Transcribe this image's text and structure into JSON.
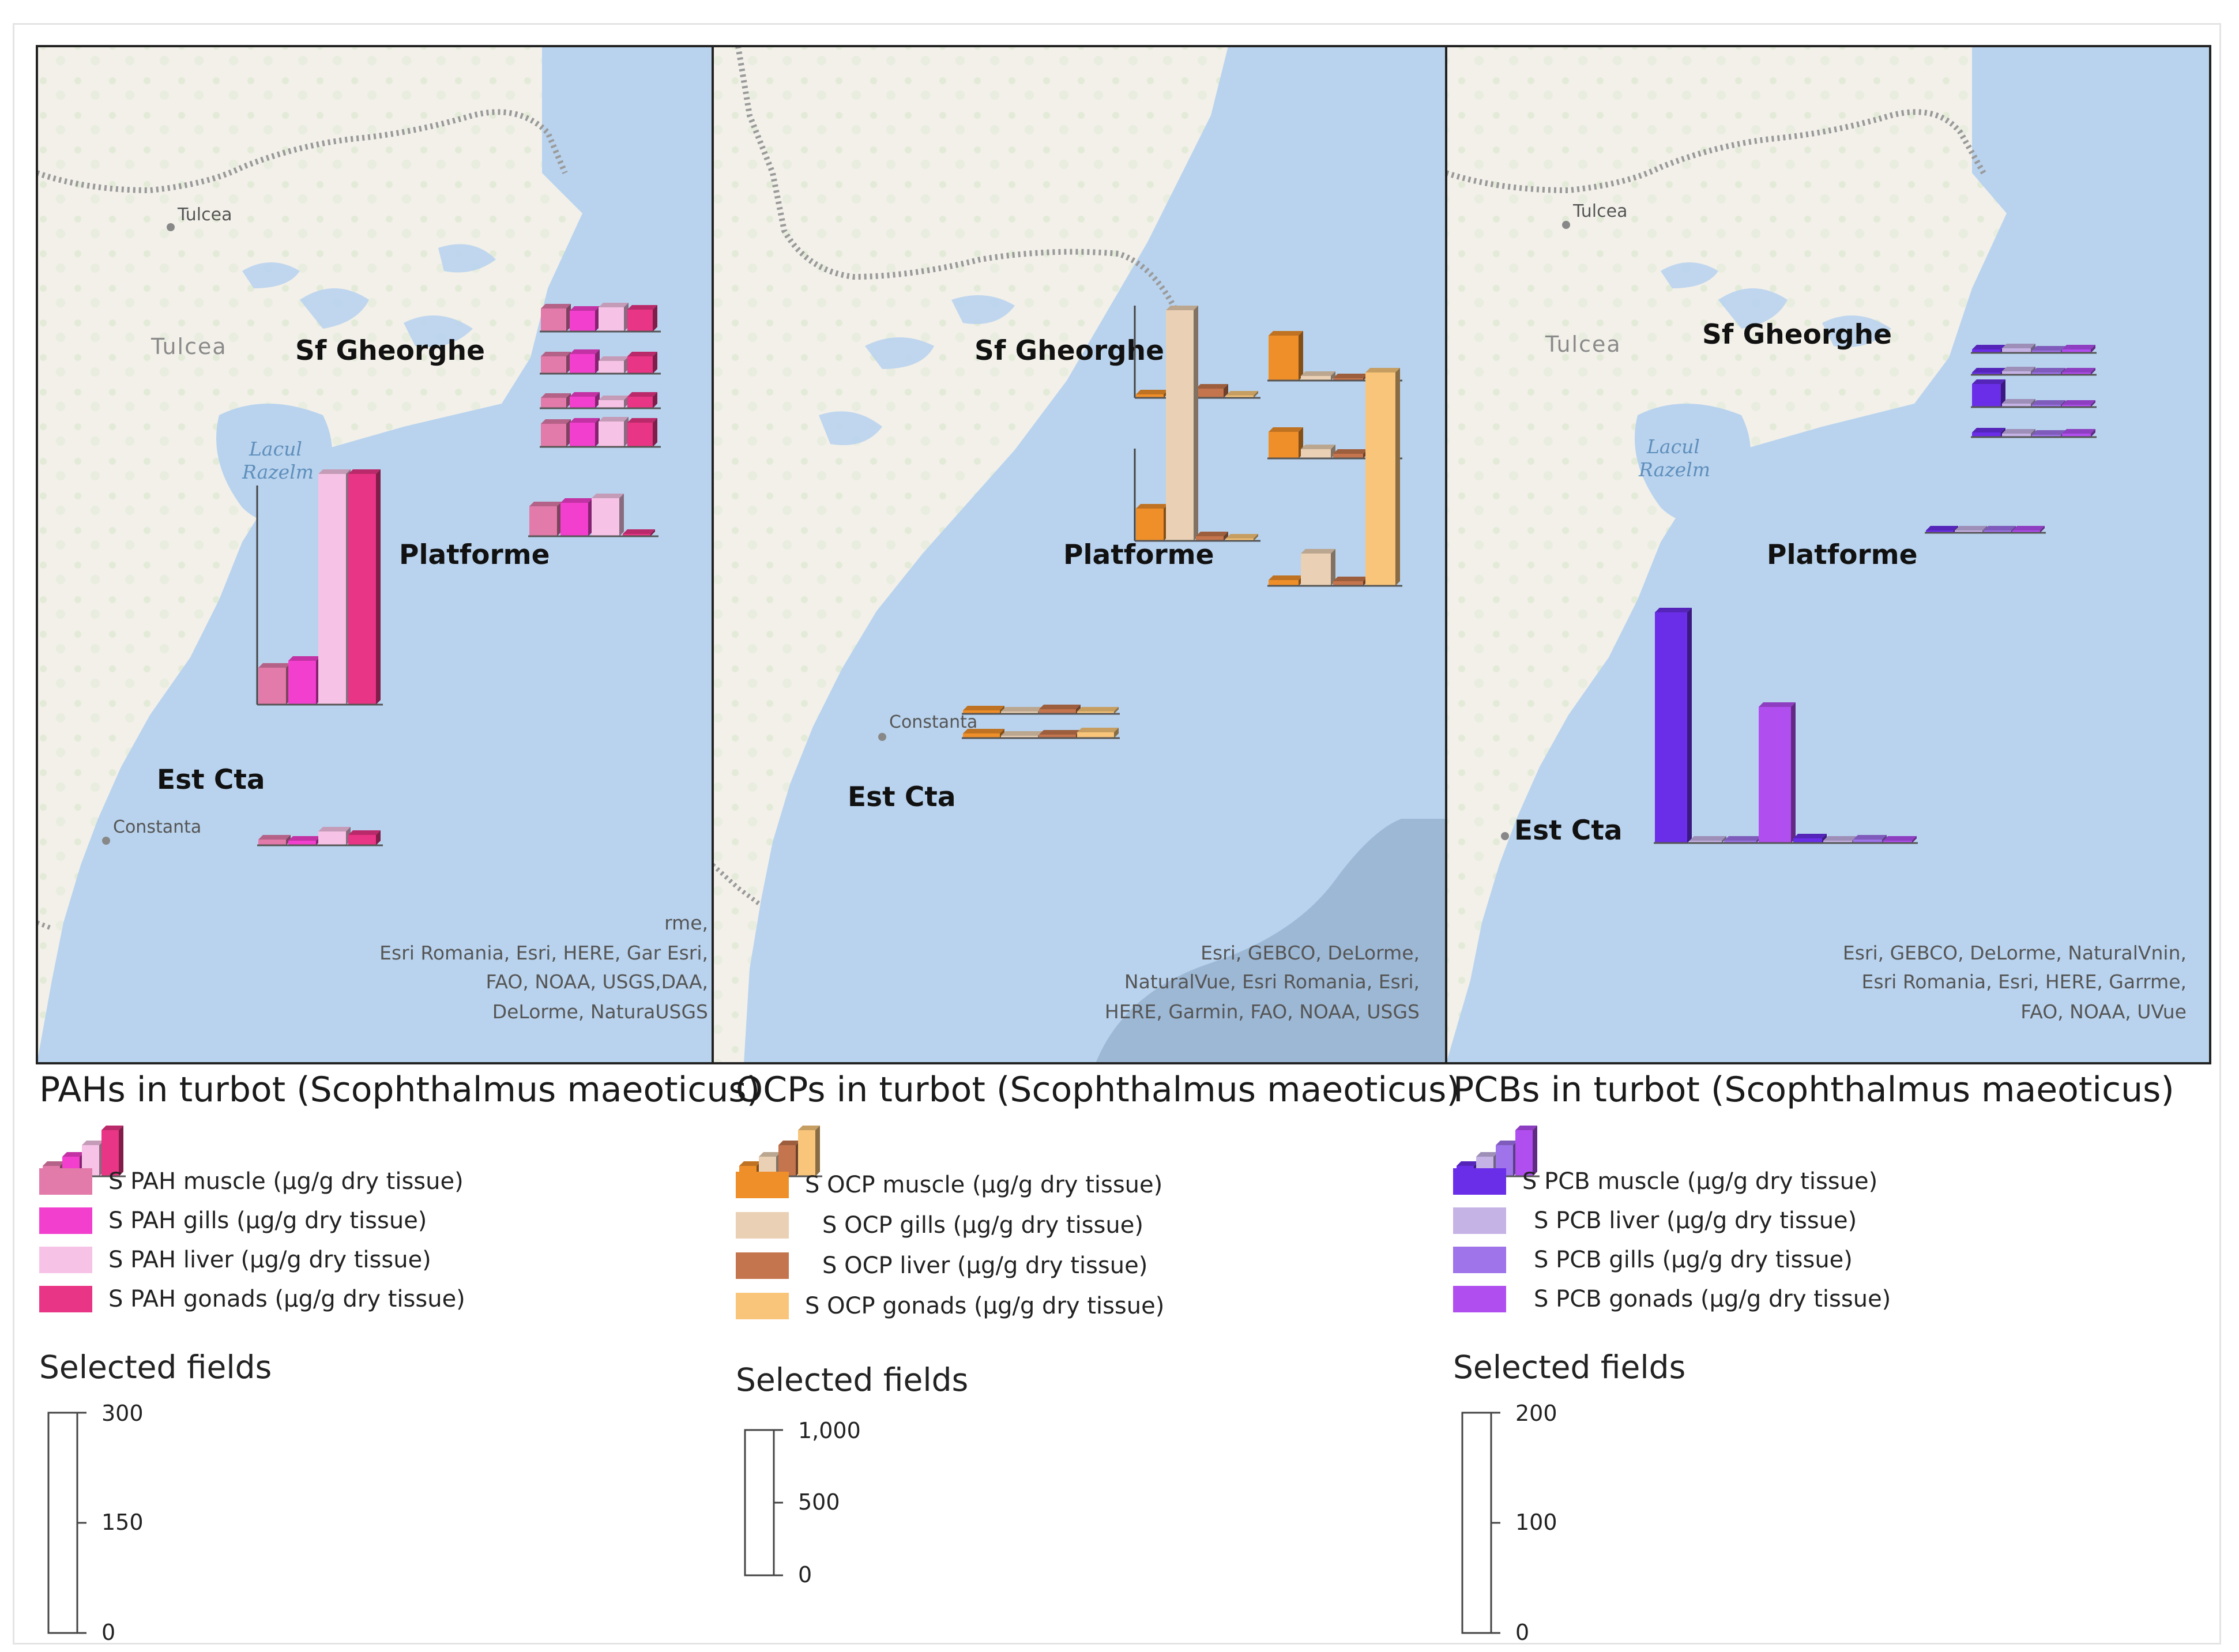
{
  "panels": [
    {
      "id": "pah",
      "sites": [
        "Sf Gheorghe",
        "Platforme",
        "Est Cta"
      ],
      "cities": [
        "Tulcea",
        "Tulcea",
        "Constanta"
      ],
      "lake": [
        "Lacul",
        "Razelm"
      ],
      "attribution": [
        "rme,",
        "Esri Romania, Esri, HERE, Gar Esri,",
        "FAO, NOAA, USGS,DAA,",
        "DeLorme, NaturaUSGS"
      ],
      "legend_title": "PAHs in turbot (Scophthalmus maeoticus)",
      "legend_items": [
        {
          "label": "S PAH muscle (µg/g dry tissue)",
          "color": "#e27aaa"
        },
        {
          "label": "S PAH gills (µg/g dry tissue)",
          "color": "#f23fcd"
        },
        {
          "label": "S PAH liver (µg/g dry tissue)",
          "color": "#f6c3e6"
        },
        {
          "label": "S PAH gonads (µg/g dry tissue)",
          "color": "#e93585"
        }
      ],
      "selected_fields_title": "Selected fields",
      "scale_ticks": [
        "300",
        "150",
        "0"
      ]
    },
    {
      "id": "ocp",
      "sites": [
        "Sf Gheorghe",
        "Platforme",
        "Est Cta"
      ],
      "cities": [
        "Constanta"
      ],
      "attribution": [
        "Esri, GEBCO, DeLorme,",
        "NaturalVue, Esri Romania, Esri,",
        "HERE, Garmin, FAO, NOAA, USGS"
      ],
      "legend_title": "OCPs in turbot (Scophthalmus maeoticus)",
      "legend_items": [
        {
          "label": "S OCP muscle (µg/g dry tissue)",
          "color": "#ef8f2a"
        },
        {
          "label": "S OCP gills (µg/g dry tissue)",
          "color": "#ead0b4"
        },
        {
          "label": "S OCP liver (µg/g dry tissue)",
          "color": "#c4754d"
        },
        {
          "label": "S OCP gonads (µg/g dry tissue)",
          "color": "#f8c57a"
        }
      ],
      "selected_fields_title": "Selected fields",
      "scale_ticks": [
        "1,000",
        "500",
        "0"
      ]
    },
    {
      "id": "pcb",
      "sites": [
        "Sf Gheorghe",
        "Platforme",
        "Est Cta"
      ],
      "cities": [
        "Tulcea",
        "Tulcea"
      ],
      "lake": [
        "Lacul",
        "Razelm"
      ],
      "attribution": [
        "Esri, GEBCO, DeLorme, NaturalVnin,",
        "Esri Romania, Esri, HERE, Garrme,",
        "FAO, NOAA, UVue"
      ],
      "legend_title": "PCBs in turbot (Scophthalmus maeoticus)",
      "legend_items": [
        {
          "label": "S PCB muscle (µg/g dry tissue)",
          "color": "#6a2ee8"
        },
        {
          "label": "S PCB liver (µg/g dry tissue)",
          "color": "#c6b3e6"
        },
        {
          "label": "S PCB gills (µg/g dry tissue)",
          "color": "#9f73ea"
        },
        {
          "label": "S PCB gonads (µg/g dry tissue)",
          "color": "#b14ef0"
        }
      ],
      "selected_fields_title": "Selected fields",
      "scale_ticks": [
        "200",
        "100",
        "0"
      ]
    }
  ],
  "colors": {
    "sea": "#b9d3ee",
    "land": "#f2f0e9",
    "land_green": "#dfe8d2",
    "border_line": "#8a8a8a"
  }
}
